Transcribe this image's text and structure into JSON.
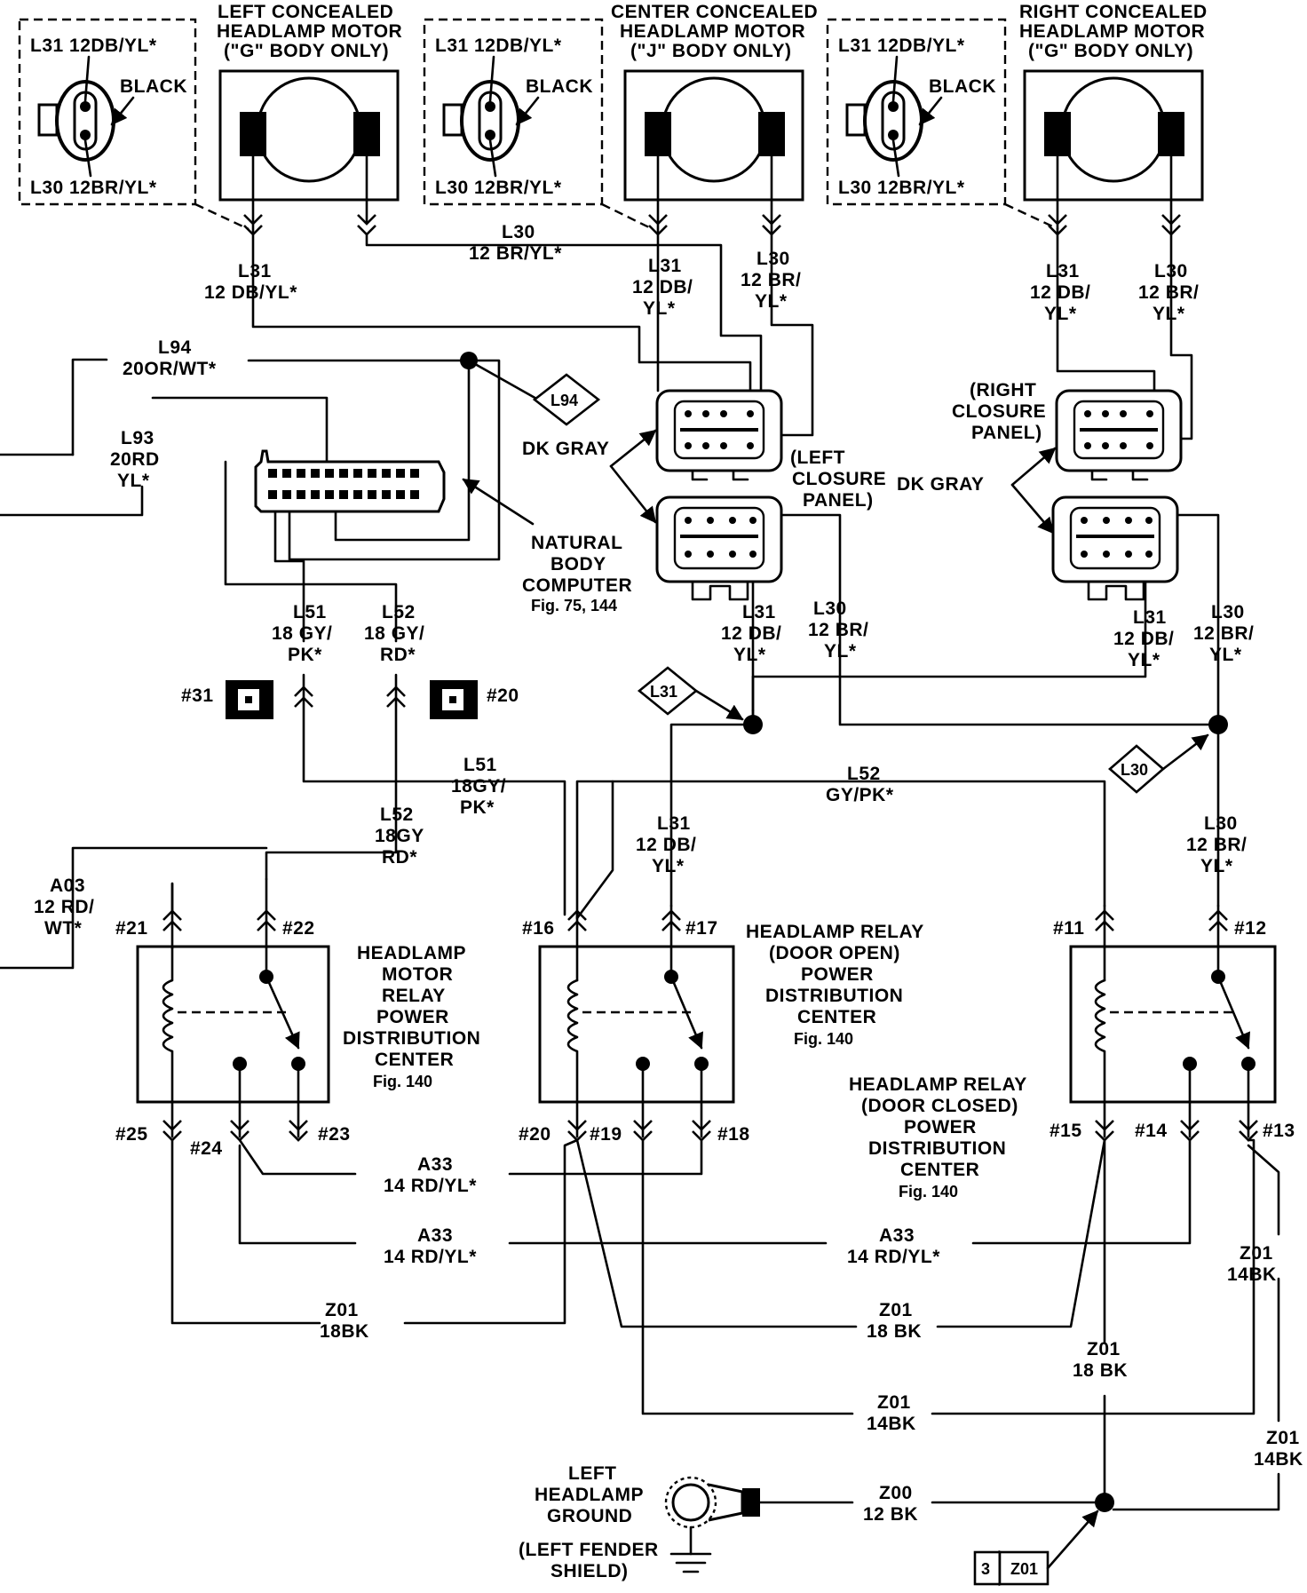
{
  "motors": {
    "left": {
      "title1": "LEFT CONCEALED",
      "title2": "HEADLAMP MOTOR",
      "title3": "(\"G\" BODY ONLY)"
    },
    "center": {
      "title1": "CENTER CONCEALED",
      "title2": "HEADLAMP MOTOR",
      "title3": "(\"J\" BODY ONLY)"
    },
    "right": {
      "title1": "RIGHT CONCEALED",
      "title2": "HEADLAMP MOTOR",
      "title3": "(\"G\" BODY ONLY)"
    }
  },
  "connector_detail": {
    "top": "L31 12DB/YL*",
    "bottom": "L30 12BR/YL*",
    "color": "BLACK"
  },
  "wires": {
    "l30_top": {
      "a": "L30",
      "b": "12 BR/YL*"
    },
    "l31_left": {
      "a": "L31",
      "b": "12 DB/YL*"
    },
    "l31_c": {
      "a": "L31",
      "b": "12 DB/",
      "c": "YL*"
    },
    "l30_c": {
      "a": "L30",
      "b": "12 BR/",
      "c": "YL*"
    },
    "l31_r": {
      "a": "L31",
      "b": "12 DB/",
      "c": "YL*"
    },
    "l30_r": {
      "a": "L30",
      "b": "12 BR/",
      "c": "YL*"
    },
    "l94": {
      "a": "L94",
      "b": "20OR/WT*"
    },
    "l93": {
      "a": "L93",
      "b": "20RD",
      "c": "YL*"
    },
    "l51": {
      "a": "L51",
      "b": "18 GY/",
      "c": "PK*"
    },
    "l52": {
      "a": "L52",
      "b": "18 GY/",
      "c": "RD*"
    },
    "l31_lc": {
      "a": "L31",
      "b": "12 DB/",
      "c": "YL*"
    },
    "l30_lc": {
      "a": "L30",
      "b": "12 BR/",
      "c": "YL*"
    },
    "l31_rc": {
      "a": "L31",
      "b": "12 DB/",
      "c": "YL*"
    },
    "l30_rc": {
      "a": "L30",
      "b": "12 BR/",
      "c": "YL*"
    },
    "l51_mid": {
      "a": "L51",
      "b": "18GY/",
      "c": "PK*"
    },
    "l52_mid": {
      "a": "L52",
      "b": "GY/PK*"
    },
    "l52_low": {
      "a": "L52",
      "b": "18GY",
      "c": "RD*"
    },
    "l31_low": {
      "a": "L31",
      "b": "12 DB/",
      "c": "YL*"
    },
    "l30_low": {
      "a": "L30",
      "b": "12 BR/",
      "c": "YL*"
    },
    "a03": {
      "a": "A03",
      "b": "12 RD/",
      "c": "WT*"
    },
    "a33_1": {
      "a": "A33",
      "b": "14 RD/YL*"
    },
    "a33_2": {
      "a": "A33",
      "b": "14 RD/YL*"
    },
    "a33_3": {
      "a": "A33",
      "b": "14 RD/YL*"
    },
    "z01_1": {
      "a": "Z01",
      "b": "18BK"
    },
    "z01_2": {
      "a": "Z01",
      "b": "18 BK"
    },
    "z01_3": {
      "a": "Z01",
      "b": "18 BK"
    },
    "z01_4": {
      "a": "Z01",
      "b": "14BK"
    },
    "z01_5": {
      "a": "Z01",
      "b": "14BK"
    },
    "z01_6": {
      "a": "Z01",
      "b": "14BK"
    },
    "z00": {
      "a": "Z00",
      "b": "12 BK"
    }
  },
  "components": {
    "body_computer": {
      "a": "NATURAL",
      "b": "BODY",
      "c": "COMPUTER",
      "d": "Fig. 75, 144"
    },
    "dk_gray": "DK GRAY",
    "left_closure": {
      "a": "(LEFT",
      "b": "CLOSURE",
      "c": "PANEL)"
    },
    "right_closure": {
      "a": "(RIGHT",
      "b": "CLOSURE",
      "c": "PANEL)"
    },
    "motor_relay": {
      "a": "HEADLAMP",
      "b": "MOTOR",
      "c": "RELAY",
      "d": "POWER",
      "e": "DISTRIBUTION",
      "f": "CENTER",
      "g": "Fig. 140"
    },
    "relay_open": {
      "a": "HEADLAMP RELAY",
      "b": "(DOOR OPEN)",
      "c": "POWER",
      "d": "DISTRIBUTION",
      "e": "CENTER",
      "f": "Fig. 140"
    },
    "relay_closed": {
      "a": "HEADLAMP RELAY",
      "b": "(DOOR CLOSED)",
      "c": "POWER",
      "d": "DISTRIBUTION",
      "e": "CENTER",
      "f": "Fig. 140"
    },
    "ground": {
      "a": "LEFT",
      "b": "HEADLAMP",
      "c": "GROUND",
      "d": "(LEFT FENDER",
      "e": "SHIELD)"
    }
  },
  "pins": {
    "p21": "#21",
    "p22": "#22",
    "p23": "#23",
    "p24": "#24",
    "p25": "#25",
    "p16": "#16",
    "p17": "#17",
    "p18": "#18",
    "p19": "#19",
    "p20": "#20",
    "p11": "#11",
    "p12": "#12",
    "p13": "#13",
    "p14": "#14",
    "p15": "#15",
    "f31": "#31",
    "f20": "#20"
  },
  "refs": {
    "l94": "L94",
    "l31": "L31",
    "l30": "L30",
    "z01": "Z01",
    "z01_num": "3"
  }
}
